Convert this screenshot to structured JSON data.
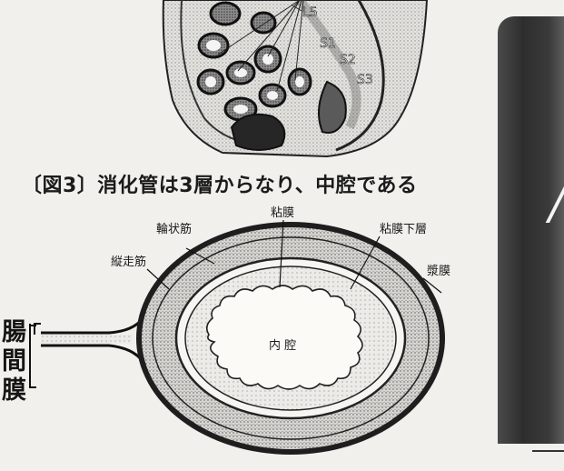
{
  "top_figure": {
    "vertebra_labels": [
      "L5",
      "S1",
      "S2",
      "S3"
    ]
  },
  "figure3": {
    "caption": "〔図3〕消化管は3層からなり、中腔である",
    "labels": {
      "mucosa": "粘膜",
      "circular_muscle": "輪状筋",
      "submucosa": "粘膜下層",
      "longitudinal_muscle": "縦走筋",
      "serosa": "漿膜",
      "lumen": "内 腔"
    },
    "mesentery_label": [
      "腸",
      "間",
      "膜"
    ]
  },
  "side_panel": {
    "glyph": "/"
  },
  "colors": {
    "background": "#f1f0ec",
    "ink": "#1b1b1b",
    "side_panel": "#353535"
  }
}
